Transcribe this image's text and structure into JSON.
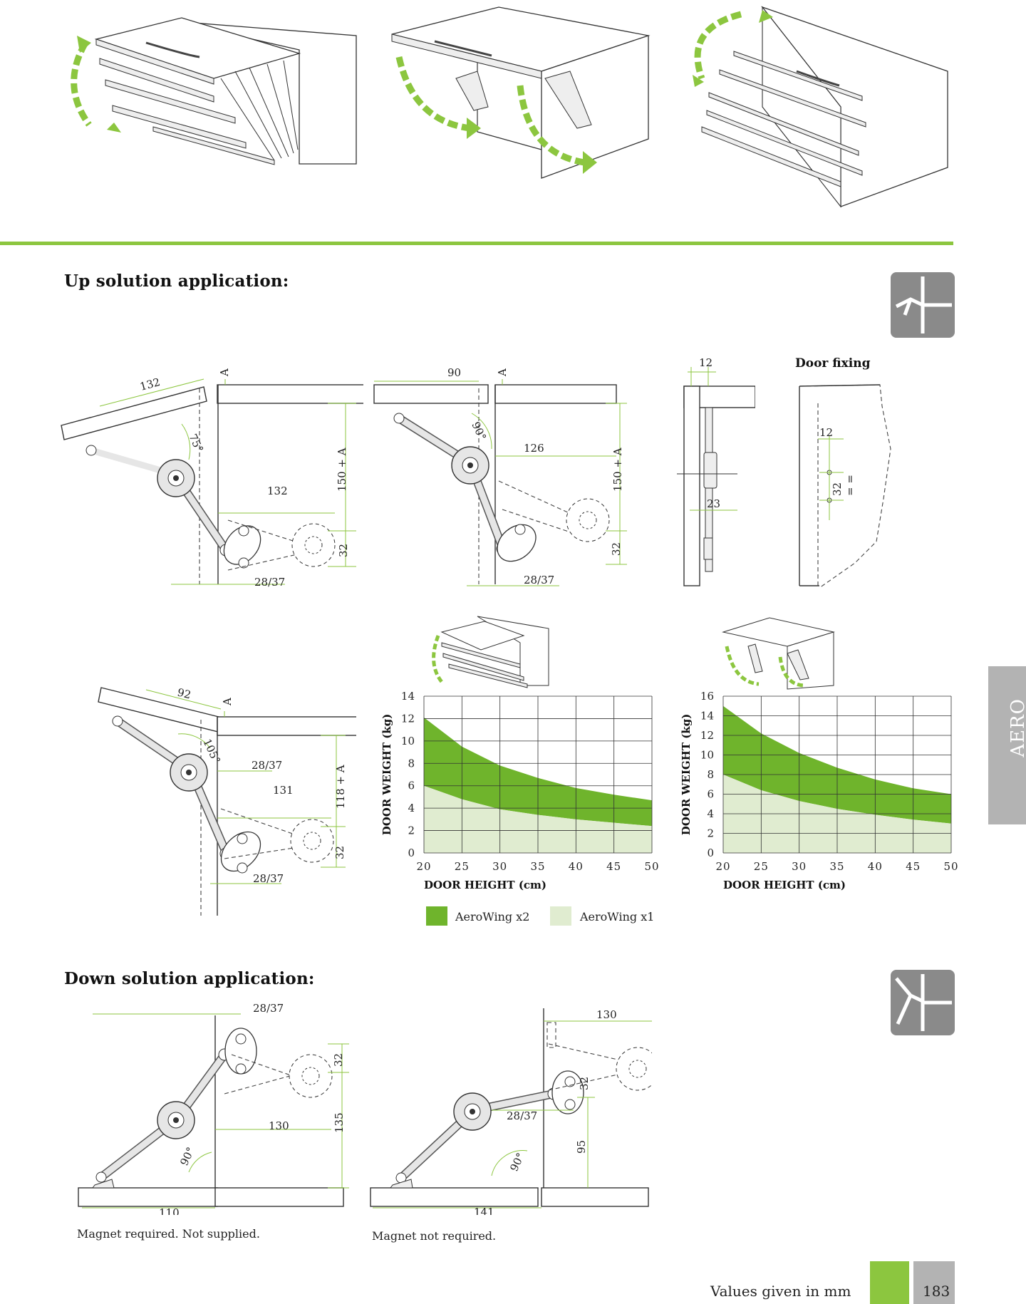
{
  "sections": {
    "up_title": "Up solution application:",
    "down_title": "Down solution application:",
    "door_fixing_title": "Door fixing"
  },
  "side_tab": {
    "label": "AERO"
  },
  "footer": {
    "note": "Values given in mm",
    "page_number": "183"
  },
  "down_captions": {
    "magnet_required": "Magnet required. Not supplied.",
    "magnet_not_required": "Magnet not required."
  },
  "dims": {
    "d1": {
      "top": "132",
      "a": "A",
      "angle": "75°",
      "mid": "132",
      "height": "150 + A",
      "bottom": "32",
      "foot": "28/37"
    },
    "d2": {
      "top": "90",
      "a": "A",
      "angle": "90°",
      "mid": "126",
      "height": "150 + A",
      "bottom": "32",
      "foot": "28/37"
    },
    "d3": {
      "top": "12",
      "side": "23"
    },
    "d4": {
      "side": "12",
      "vert": "32",
      "eq": "= ="
    },
    "d5": {
      "top": "92",
      "a": "A",
      "angle": "105°",
      "upper": "28/37",
      "mid": "131",
      "height": "118 + A",
      "bottom": "32",
      "foot": "28/37"
    },
    "d6": {
      "top": "28/37",
      "side": "32",
      "mid": "130",
      "height": "135",
      "angle": "90°",
      "foot": "110"
    },
    "d7": {
      "top": "130",
      "side": "32",
      "mid": "28/37",
      "height": "95",
      "angle": "90°",
      "foot": "141"
    }
  },
  "legend": {
    "x2": "AeroWing x2",
    "x1": "AeroWing x1"
  },
  "colors": {
    "green": "#8cc63f",
    "light_green": "#e0ecd0",
    "dark_fill": "#6fb42c",
    "gray_tab": "#b3b3b3",
    "icon_gray": "#8a8a8a"
  },
  "chart_data": [
    {
      "type": "area",
      "xlabel": "DOOR HEIGHT (cm)",
      "ylabel": "DOOR WEIGHT (kg)",
      "x": [
        20,
        25,
        30,
        35,
        40,
        45,
        50
      ],
      "xlim": [
        20,
        50
      ],
      "ylim": [
        0,
        14
      ],
      "yticks": [
        0,
        2,
        4,
        6,
        8,
        10,
        12,
        14
      ],
      "grid": true,
      "series": [
        {
          "name": "AeroWing x2",
          "upper": [
            12.1,
            9.5,
            7.8,
            6.7,
            5.8,
            5.2,
            4.7
          ],
          "lower": [
            6.0,
            4.8,
            3.9,
            3.4,
            3.0,
            2.7,
            2.4
          ]
        },
        {
          "name": "AeroWing x1",
          "upper": [
            6.0,
            4.8,
            3.9,
            3.4,
            3.0,
            2.7,
            2.4
          ],
          "lower": [
            0,
            0,
            0,
            0,
            0,
            0,
            0
          ]
        }
      ]
    },
    {
      "type": "area",
      "xlabel": "DOOR HEIGHT (cm)",
      "ylabel": "DOOR WEIGHT (kg)",
      "x": [
        20,
        25,
        30,
        35,
        40,
        45,
        50
      ],
      "xlim": [
        20,
        50
      ],
      "ylim": [
        0,
        16
      ],
      "yticks": [
        0,
        2,
        4,
        6,
        8,
        10,
        12,
        14,
        16
      ],
      "grid": true,
      "series": [
        {
          "name": "AeroWing x2",
          "upper": [
            15.0,
            12.2,
            10.2,
            8.7,
            7.5,
            6.6,
            6.0
          ],
          "lower": [
            8.0,
            6.4,
            5.3,
            4.5,
            3.9,
            3.4,
            3.0
          ]
        },
        {
          "name": "AeroWing x1",
          "upper": [
            8.0,
            6.4,
            5.3,
            4.5,
            3.9,
            3.4,
            3.0
          ],
          "lower": [
            0,
            0,
            0,
            0,
            0,
            0,
            0
          ]
        }
      ]
    }
  ]
}
